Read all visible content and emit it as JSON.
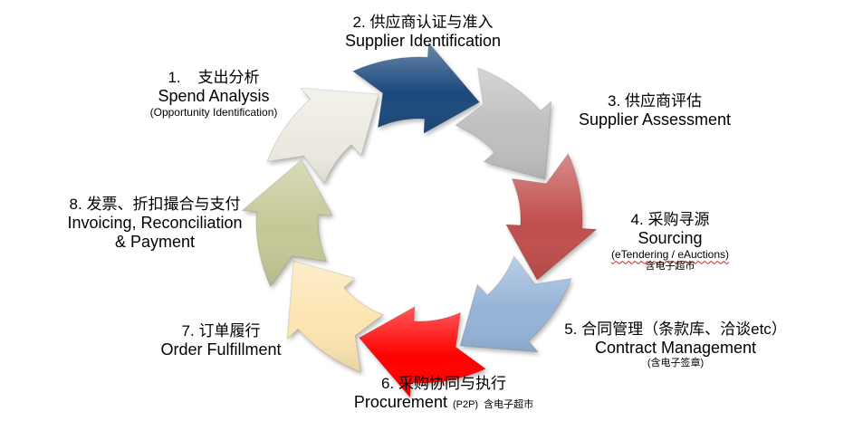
{
  "steps": [
    {
      "num": "1.",
      "cn": "支出分析",
      "en": "Spend Analysis",
      "sub": "(Opportunity Identification)",
      "color": "#ECEAE0"
    },
    {
      "num": "2.",
      "cn": "供应商认证与准入",
      "en": "Supplier Identification",
      "color": "#1F497D"
    },
    {
      "num": "3.",
      "cn": "供应商评估",
      "en": "Supplier Assessment",
      "color": "#BFBFBF"
    },
    {
      "num": "4.",
      "cn": "采购寻源",
      "en": "Sourcing",
      "sub": "(eTendering / eAuctions)",
      "note": "含电子超市",
      "color": "#C0504D"
    },
    {
      "num": "5.",
      "cn": "合同管理（条款库、洽谈etc）",
      "en": "Contract Management",
      "note": "(含电子签章)",
      "color": "#95B3D7"
    },
    {
      "num": "6.",
      "cn": "采购协同与执行",
      "en": "Procurement",
      "extra": "(P2P)",
      "note": "含电子超市",
      "color": "#FF0000"
    },
    {
      "num": "7.",
      "cn": "订单履行",
      "en": "Order Fulfillment",
      "color": "#FCE4B0"
    },
    {
      "num": "8.",
      "cn": "发票、折扣撮合与支付",
      "en": "Invoicing, Reconciliation",
      "en2": "& Payment",
      "color": "#C4C795"
    }
  ]
}
